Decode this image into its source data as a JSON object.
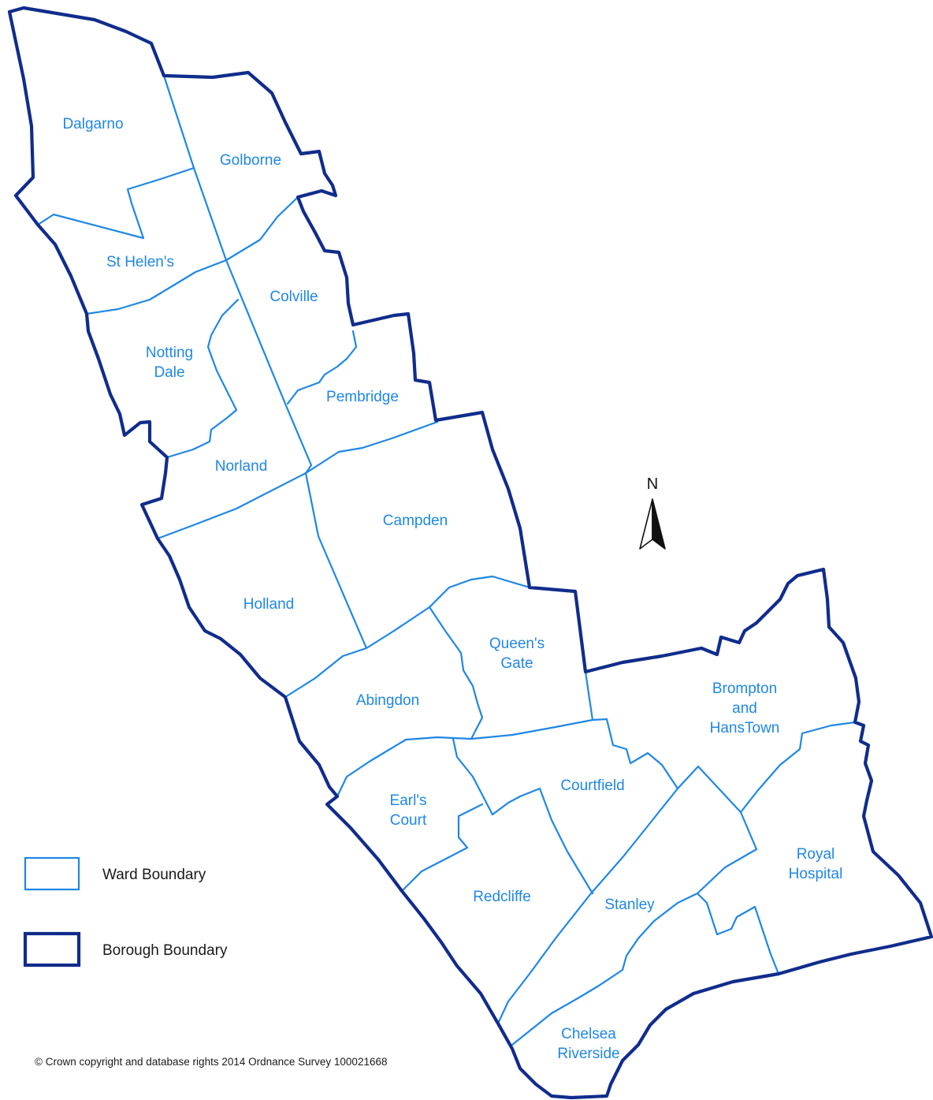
{
  "colors": {
    "ward_boundary": "#1f87e6",
    "borough_boundary": "#102c8c",
    "label": "#1f87e6",
    "background": "#ffffff"
  },
  "north_arrow": {
    "label": "N",
    "icon": "north-arrow-icon"
  },
  "wards": [
    {
      "id": "dalgarno",
      "lines": [
        "Dalgarno"
      ]
    },
    {
      "id": "golborne",
      "lines": [
        "Golborne"
      ]
    },
    {
      "id": "st-helens",
      "lines": [
        "St Helen's"
      ]
    },
    {
      "id": "colville",
      "lines": [
        "Colville"
      ]
    },
    {
      "id": "notting-dale",
      "lines": [
        "Notting",
        "Dale"
      ]
    },
    {
      "id": "pembridge",
      "lines": [
        "Pembridge"
      ]
    },
    {
      "id": "norland",
      "lines": [
        "Norland"
      ]
    },
    {
      "id": "campden",
      "lines": [
        "Campden"
      ]
    },
    {
      "id": "holland",
      "lines": [
        "Holland"
      ]
    },
    {
      "id": "queens-gate",
      "lines": [
        "Queen's",
        "Gate"
      ]
    },
    {
      "id": "abingdon",
      "lines": [
        "Abingdon"
      ]
    },
    {
      "id": "brompton-and-hans-town",
      "lines": [
        "Brompton",
        "and",
        "HansTown"
      ]
    },
    {
      "id": "earls-court",
      "lines": [
        "Earl's",
        "Court"
      ]
    },
    {
      "id": "courtfield",
      "lines": [
        "Courtfield"
      ]
    },
    {
      "id": "royal-hospital",
      "lines": [
        "Royal",
        "Hospital"
      ]
    },
    {
      "id": "redcliffe",
      "lines": [
        "Redcliffe"
      ]
    },
    {
      "id": "stanley",
      "lines": [
        "Stanley"
      ]
    },
    {
      "id": "chelsea-riverside",
      "lines": [
        "Chelsea",
        "Riverside"
      ]
    }
  ],
  "legend": {
    "ward_boundary_label": "Ward Boundary",
    "borough_boundary_label": "Borough Boundary"
  },
  "copyright": "© Crown copyright and database rights 2014 Ordnance Survey 100021668"
}
